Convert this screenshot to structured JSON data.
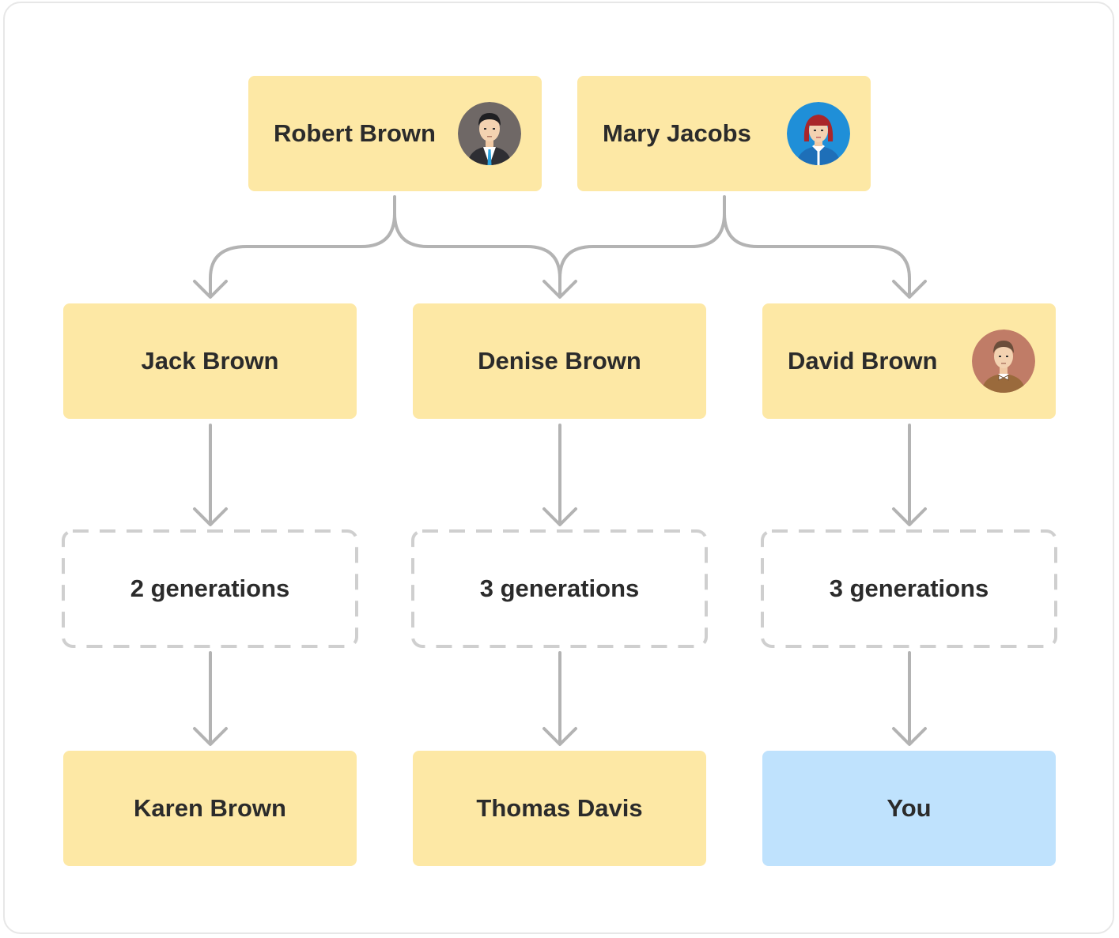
{
  "colors": {
    "node_fill": "#fde8a5",
    "you_fill": "#bfe2fd",
    "connector": "#b3b3b3",
    "dashed_border": "#cfcfcf",
    "text": "#2b2b2b"
  },
  "parents": {
    "robert": {
      "name": "Robert Brown",
      "avatar": "man-in-suit-avatar"
    },
    "mary": {
      "name": "Mary Jacobs",
      "avatar": "woman-red-hair-avatar"
    }
  },
  "children": {
    "jack": {
      "name": "Jack Brown"
    },
    "denise": {
      "name": "Denise Brown"
    },
    "david": {
      "name": "David Brown",
      "avatar": "man-bowtie-avatar"
    }
  },
  "generations": {
    "jack": "2 generations",
    "denise": "3 generations",
    "david": "3 generations"
  },
  "descendants": {
    "karen": {
      "name": "Karen Brown"
    },
    "thomas": {
      "name": "Thomas Davis"
    },
    "you": {
      "name": "You"
    }
  }
}
